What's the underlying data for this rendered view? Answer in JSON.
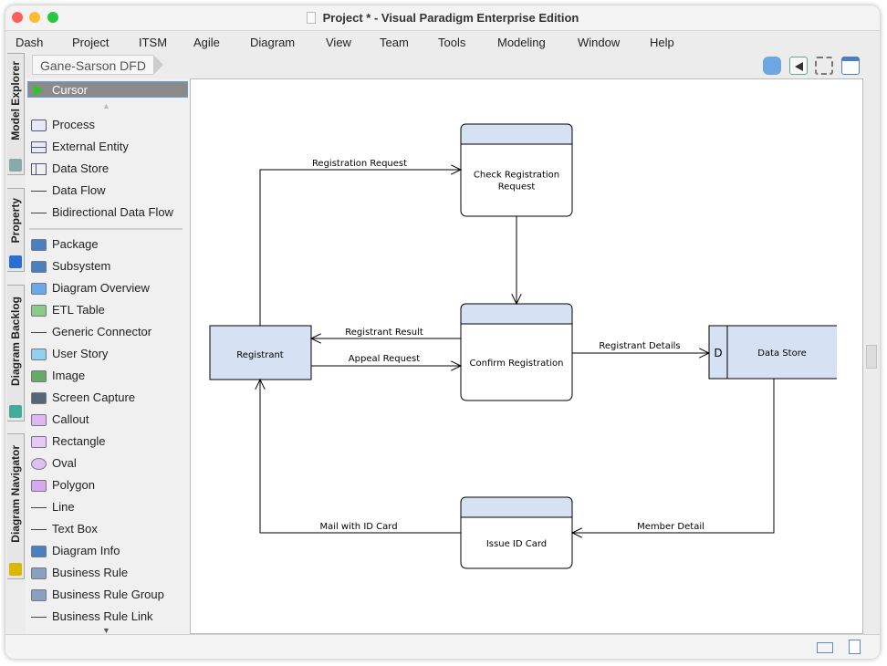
{
  "window": {
    "title": "Project * - Visual Paradigm Enterprise Edition"
  },
  "menu": [
    "Dash",
    "Project",
    "ITSM",
    "Agile",
    "Diagram",
    "View",
    "Team",
    "Tools",
    "Modeling",
    "Window",
    "Help"
  ],
  "breadcrumb": "Gane-Sarson DFD",
  "side_tabs": [
    "Model Explorer",
    "Property",
    "Diagram Backlog",
    "Diagram Navigator"
  ],
  "palette": {
    "cursor": "Cursor",
    "group1": [
      "Process",
      "External Entity",
      "Data Store",
      "Data Flow",
      "Bidirectional Data Flow"
    ],
    "group2": [
      "Package",
      "Subsystem",
      "Diagram Overview",
      "ETL Table",
      "Generic Connector",
      "User Story",
      "Image",
      "Screen Capture",
      "Callout",
      "Rectangle",
      "Oval",
      "Polygon",
      "Line",
      "Text Box",
      "Diagram Info",
      "Business Rule",
      "Business Rule Group",
      "Business Rule Link"
    ]
  },
  "diagram": {
    "processes": {
      "check": "Check Registration Request",
      "confirm": "Confirm Registration",
      "issue": "Issue ID Card"
    },
    "entity": "Registrant",
    "datastore": {
      "id": "D",
      "name": "Data Store"
    },
    "flows": {
      "registration_request": "Registration Request",
      "registrant_result": "Registrant Result",
      "appeal_request": "Appeal Request",
      "registrant_details": "Registrant Details",
      "member_detail": "Member Detail",
      "mail_id_card": "Mail with ID Card"
    },
    "colors": {
      "fill": "#d6e1f4",
      "stroke": "#000000"
    }
  }
}
